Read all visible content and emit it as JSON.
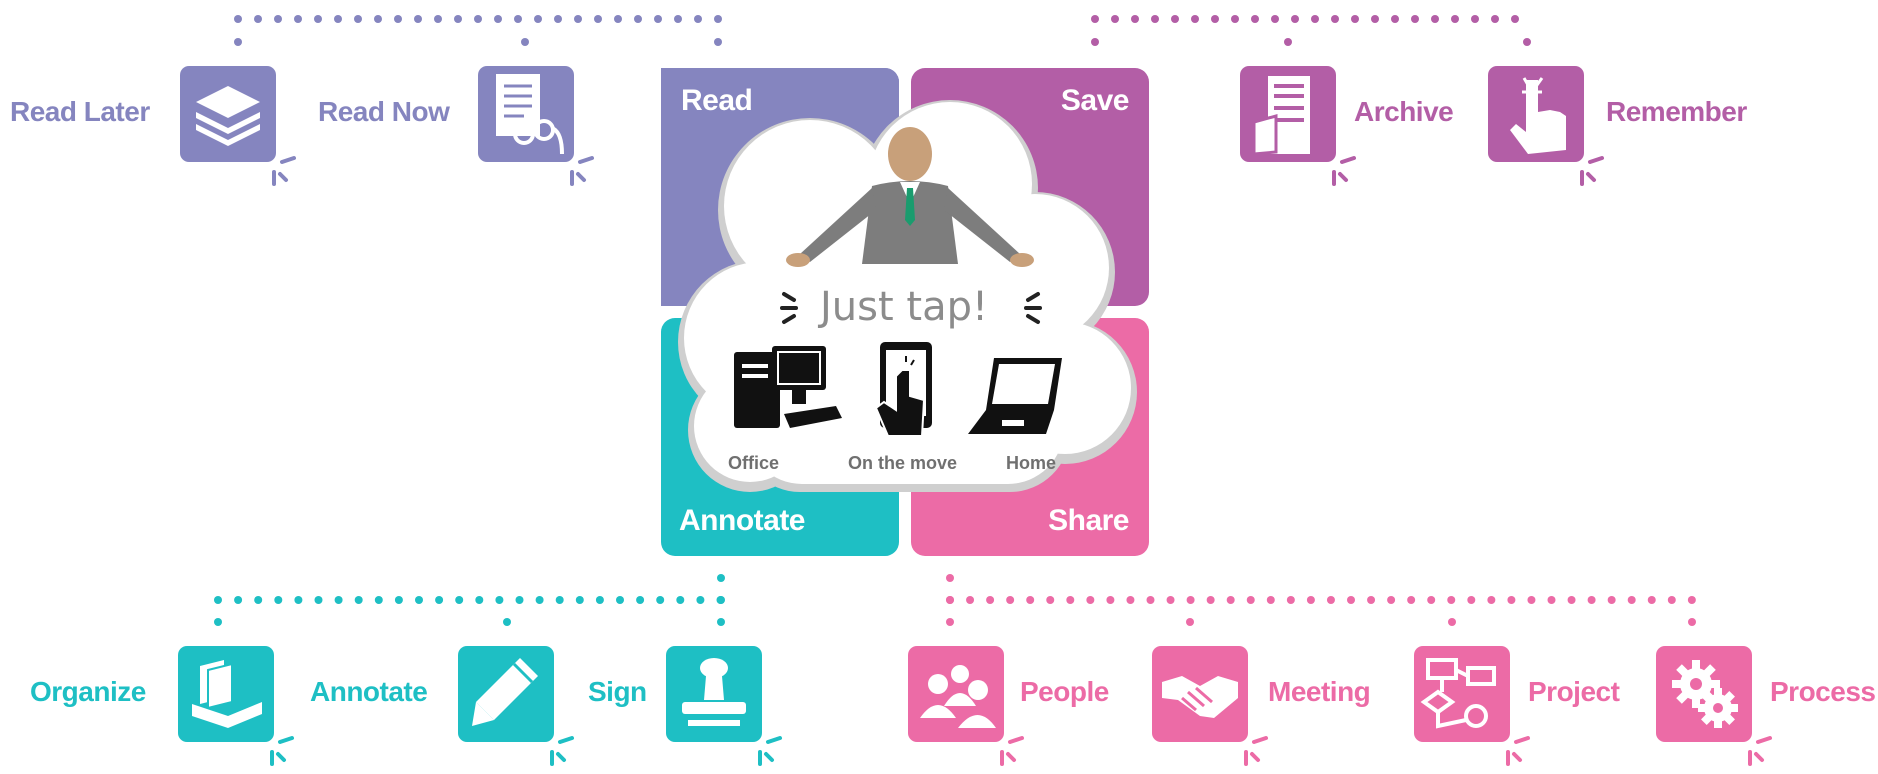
{
  "colors": {
    "read": "#8585bf",
    "save": "#b35ea6",
    "annotate": "#1ebfc4",
    "share": "#ec6ba6",
    "cloud_text": "#8c8c8c"
  },
  "quadrants": {
    "read": "Read",
    "save": "Save",
    "annotate": "Annotate",
    "share": "Share"
  },
  "center": {
    "headline": "Just tap!",
    "devices": [
      "Office",
      "On the move",
      "Home"
    ]
  },
  "read_items": [
    {
      "label": "Read Later",
      "icon": "tray-stack-icon"
    },
    {
      "label": "Read Now",
      "icon": "document-glasses-icon"
    }
  ],
  "save_items": [
    {
      "label": "Archive",
      "icon": "file-cabinet-icon"
    },
    {
      "label": "Remember",
      "icon": "finger-string-icon"
    }
  ],
  "annotate_items": [
    {
      "label": "Organize",
      "icon": "file-tray-icon"
    },
    {
      "label": "Annotate",
      "icon": "pencil-icon"
    },
    {
      "label": "Sign",
      "icon": "stamp-icon"
    }
  ],
  "share_items": [
    {
      "label": "People",
      "icon": "people-icon"
    },
    {
      "label": "Meeting",
      "icon": "handshake-icon"
    },
    {
      "label": "Project",
      "icon": "flowchart-icon"
    },
    {
      "label": "Process",
      "icon": "gears-icon"
    }
  ]
}
